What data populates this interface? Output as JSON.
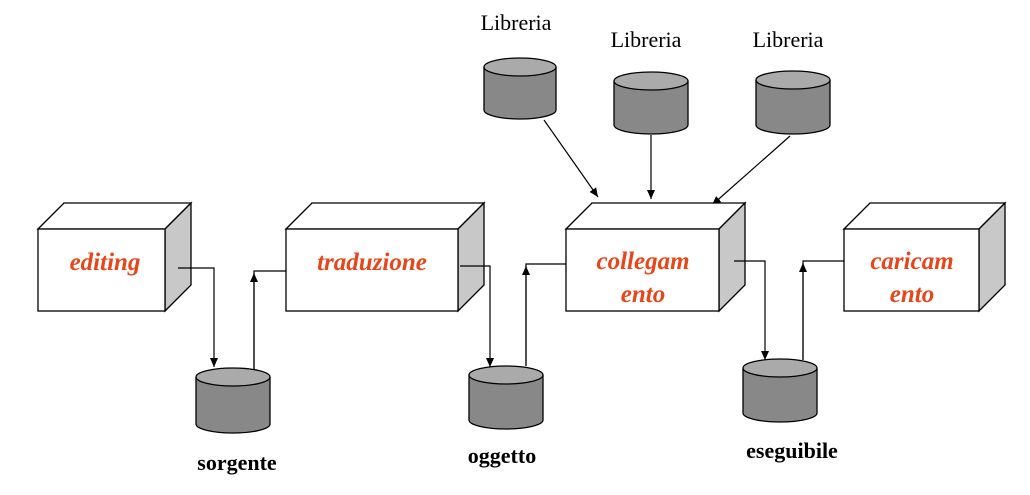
{
  "processes": {
    "editing": {
      "lines": [
        "editing"
      ]
    },
    "traduzione": {
      "lines": [
        "traduzione"
      ]
    },
    "collegamento": {
      "lines": [
        "collegam",
        "ento"
      ]
    },
    "caricamento": {
      "lines": [
        "caricam",
        "ento"
      ]
    }
  },
  "stores": {
    "sorgente": "sorgente",
    "oggetto": "oggetto",
    "eseguibile": "eseguibile"
  },
  "libraries": [
    "Libreria",
    "Libreria",
    "Libreria"
  ],
  "colors": {
    "process_label": "#e8461a",
    "cylinder_body": "#888888",
    "cylinder_top": "#aaaaaa",
    "box_side": "#c8c8c8"
  }
}
